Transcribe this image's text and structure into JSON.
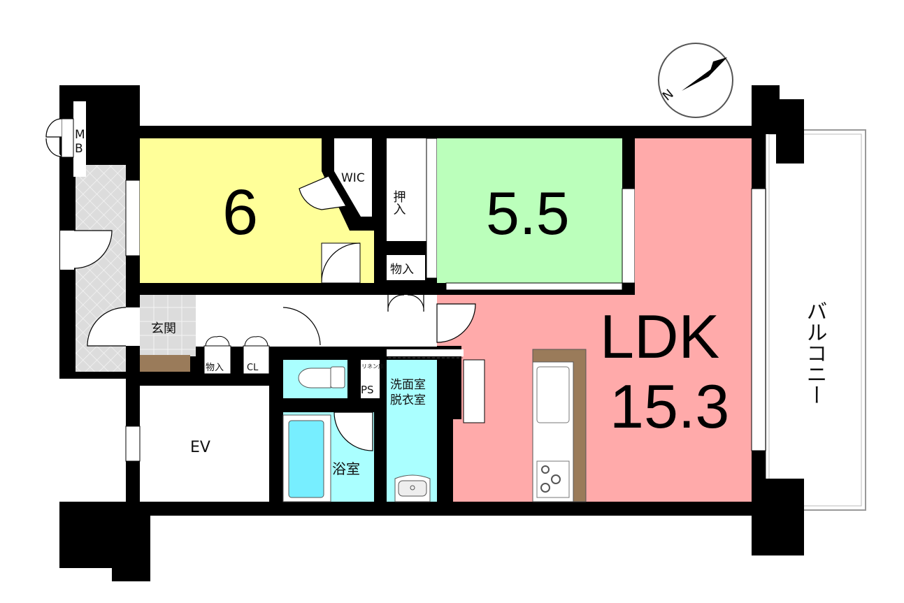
{
  "compass": {
    "north_label": "N"
  },
  "rooms": {
    "western_6": {
      "label": "6",
      "color": "#FFFF99"
    },
    "western_5_5": {
      "label": "5.5",
      "color": "#BBFFBB"
    },
    "ldk": {
      "label": "LDK",
      "size": "15.3",
      "color": "#FFAAAA"
    },
    "wic": {
      "label": "WIC"
    },
    "oshiire": {
      "label": "押入"
    },
    "monoire_upper": {
      "label": "物入"
    },
    "genkan": {
      "label": "玄関"
    },
    "monoire_lower": {
      "label": "物入"
    },
    "cl": {
      "label": "CL"
    },
    "ev": {
      "label": "EV"
    },
    "linen": {
      "label": "リネン庫"
    },
    "ps": {
      "label": "PS"
    },
    "washroom": {
      "label1": "洗面室",
      "label2": "脱衣室",
      "color": "#AAFFFF"
    },
    "bathroom": {
      "label": "浴室"
    },
    "balcony": {
      "label": "バルコニー"
    },
    "mb": {
      "label1": "M",
      "label2": "B"
    }
  }
}
